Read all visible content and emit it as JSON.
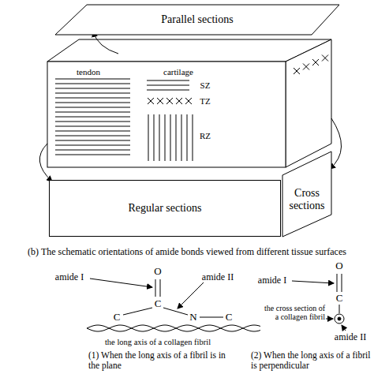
{
  "diagram": {
    "nodes": [
      {
        "text": [
          "Parallel sections"
        ]
      },
      {
        "text": [
          "Regular sections"
        ]
      },
      {
        "text": [
          "Cross sections"
        ]
      }
    ],
    "labels": [
      "tendon",
      "cartilage",
      "SZ",
      "TZ",
      "RZ",
      "(b) The schematic orientations of amide bonds viewed from different tissue surfaces",
      "amide I",
      "amide II",
      "O",
      "C",
      "C",
      "N",
      "C",
      "the long axis of a collagen fibril",
      "(1) When the long axis of a fibril is in the plane",
      "amide I",
      "O",
      "C",
      "the cross section of a collagen fibril",
      "amide II",
      "(2) When the long axis of a fibril is perpendicular"
    ]
  }
}
